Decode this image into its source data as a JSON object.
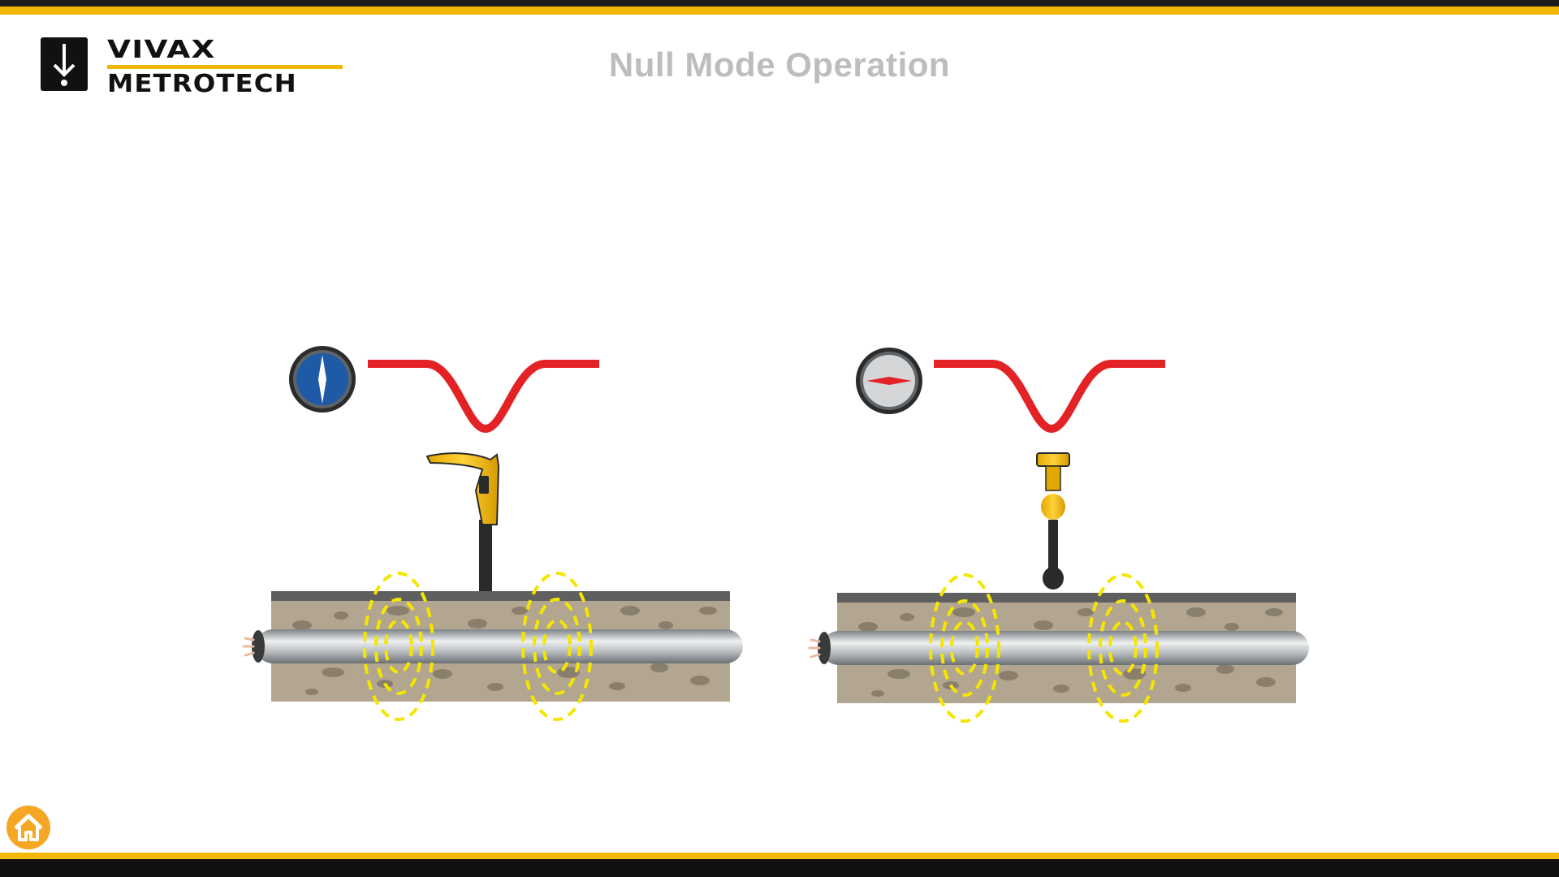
{
  "header": {
    "logo_line1": "VIVAX",
    "logo_line2": "METROTECH",
    "title": "Null Mode Operation"
  },
  "colors": {
    "brand_yellow": "#f2b705",
    "curve_red": "#e32226",
    "compass_blue": "#1f5aa6",
    "field_yellow": "#f5e600",
    "soil": "#b3a690",
    "pipe": "#a8adb1"
  },
  "panels": [
    {
      "indicator": "compass-vertical-needle",
      "curve": "null-dip",
      "locator_orientation": "side"
    },
    {
      "indicator": "compass-horizontal-needle",
      "curve": "null-dip",
      "locator_orientation": "front"
    }
  ],
  "footer": {
    "home_icon": "home-icon"
  }
}
